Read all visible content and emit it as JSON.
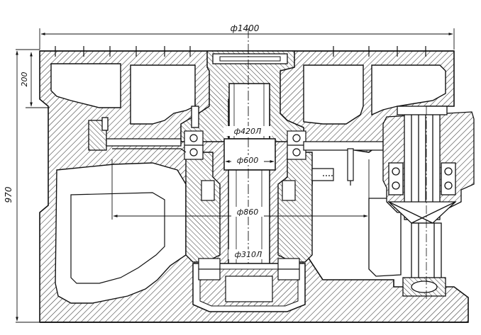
{
  "colors": {
    "ink": "#111111",
    "hatch": "#333333",
    "paper": "#ffffff",
    "panel": "#fcfcfc"
  },
  "dimensions": {
    "overall_width": "ф1400",
    "overall_height": "970",
    "top_wall": "200",
    "shaft_upper": "ф420Л",
    "shaft_mid": "ф600",
    "bearing_span": "ф860",
    "shaft_lower": "ф310Л"
  }
}
